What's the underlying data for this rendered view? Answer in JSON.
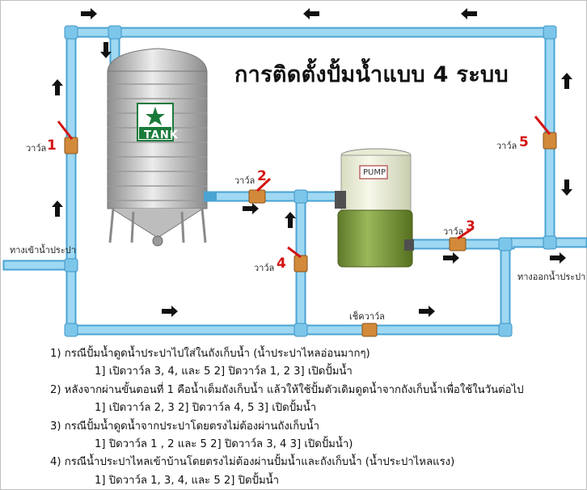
{
  "title": "การติดตั้งปั้มน้ำแบบ 4 ระบบ",
  "tank_label": "TANK",
  "pump_label": "PUMP",
  "valves": [
    {
      "word": "วาว์ล",
      "number": "1"
    },
    {
      "word": "วาว์ล",
      "number": "2"
    },
    {
      "word": "วาว์ล",
      "number": "3"
    },
    {
      "word": "วาว์ล",
      "number": "4"
    },
    {
      "word": "วาว์ล",
      "number": "5"
    }
  ],
  "labels": {
    "inlet": "ทางเข้าน้ำประปา",
    "outlet": "ทางออกน้ำประปา",
    "check_valve": "เช็ควาว์ล"
  },
  "colors": {
    "pipe": "#8fd0ee",
    "pipe_edge": "#4aa3d3",
    "valve_red": "#d41414",
    "tank_green": "#1a7a3a",
    "pump_green": "#7e9a3e"
  },
  "notes": [
    "1) กรณีปั้มน้ำดูดน้ำประปาไปใส่ในถังเก็บน้ำ (น้ำประปาไหลอ่อนมากๆ)",
    "1] เปิดวาว์ล 3, 4, และ 5      2] ปิดวาว์ล 1, 2      3] เปิดปั้มน้ำ",
    "2) หลังจากผ่านขั้นตอนที่ 1 คือน้ำเต็มถังเก็บน้ำ แล้วให้ใช้ปั้มตัวเดิมดูดน้ำจากถังเก็บน้ำเพื่อใช้ในวันต่อไป",
    "1] เปิดวาว์ล 2, 3      2] ปิดวาว์ล 4, 5      3] เปิดปั้มน้ำ",
    "3) กรณีปั้มน้ำดูดน้ำจากประปาโดยตรงไม่ต้องผ่านถังเก็บน้ำ",
    "1] ปิดวาว์ล 1 , 2 และ 5      2] ปิดวาว์ล 3, 4      3] เปิดปั้มน้ำ)",
    "4) กรณีน้ำประปาไหลเข้าบ้านโดยตรงไม่ต้องผ่านปั้มน้ำและถังเก็บน้ำ (น้ำประปาไหลแรง)",
    "1] ปิดวาว์ล 1, 3, 4, และ 5      2] ปิดปั้มน้ำ"
  ]
}
